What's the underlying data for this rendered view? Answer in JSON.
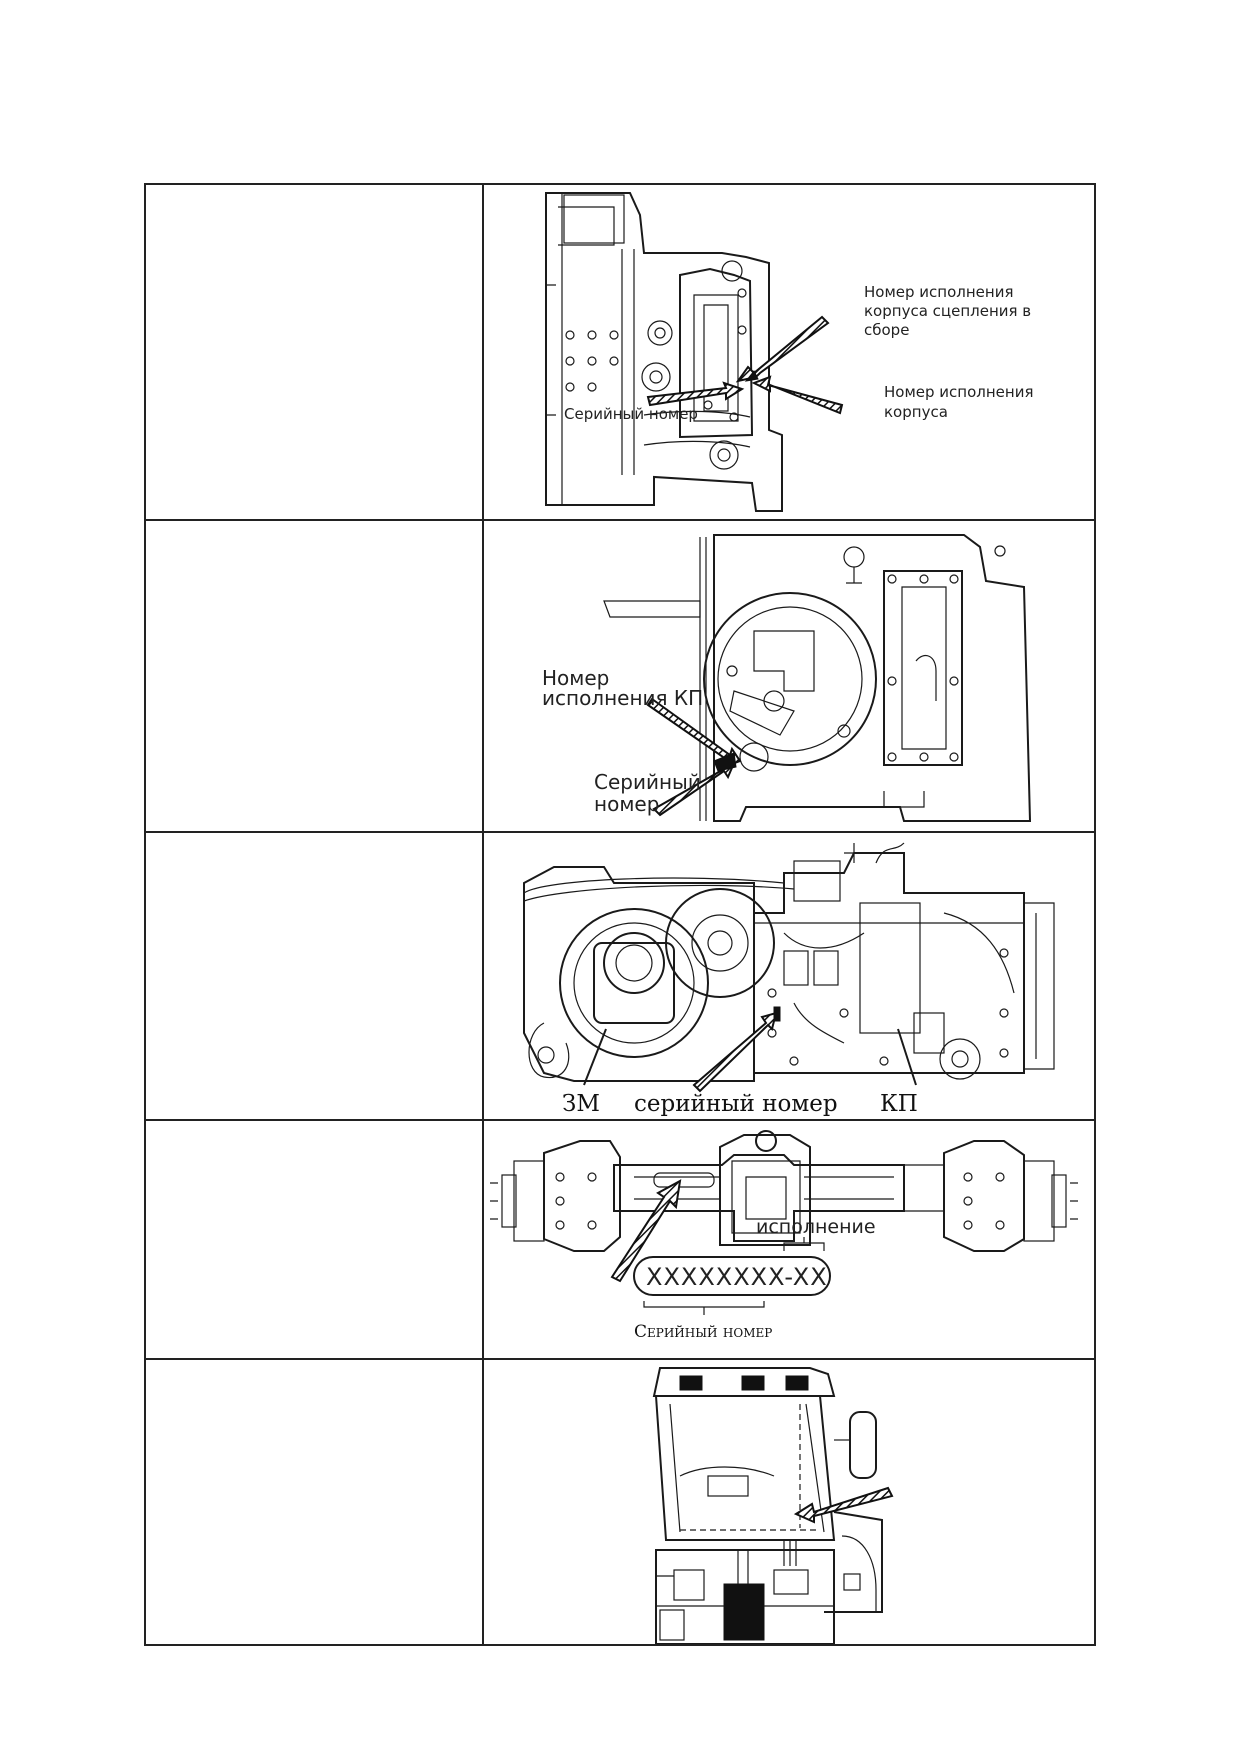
{
  "rows": [
    {
      "description": "",
      "figure": "clutch-housing",
      "labels": {
        "assembly_line1": "Номер исполнения",
        "assembly_line2": "корпуса сцепления в",
        "assembly_line3": "сборе",
        "serial": "Серийный номер",
        "housing_line1": "Номер исполнения",
        "housing_line2": "корпуса"
      }
    },
    {
      "description": "",
      "figure": "gearbox-side",
      "labels": {
        "kp_line1": "Номер",
        "kp_line2": "исполнения КП",
        "serial_line1": "Серийный",
        "serial_line2": "номер"
      }
    },
    {
      "description": "",
      "figure": "transmission-assembly",
      "labels": {
        "zm": "ЗМ",
        "serial": "серийный номер",
        "kp": "КП"
      }
    },
    {
      "description": "",
      "figure": "drive-axle",
      "labels": {
        "version": "исполнение",
        "code": "XXXXXXXX-XX",
        "serial": "Серийный номер"
      }
    },
    {
      "description": "",
      "figure": "cab",
      "labels": {}
    }
  ]
}
